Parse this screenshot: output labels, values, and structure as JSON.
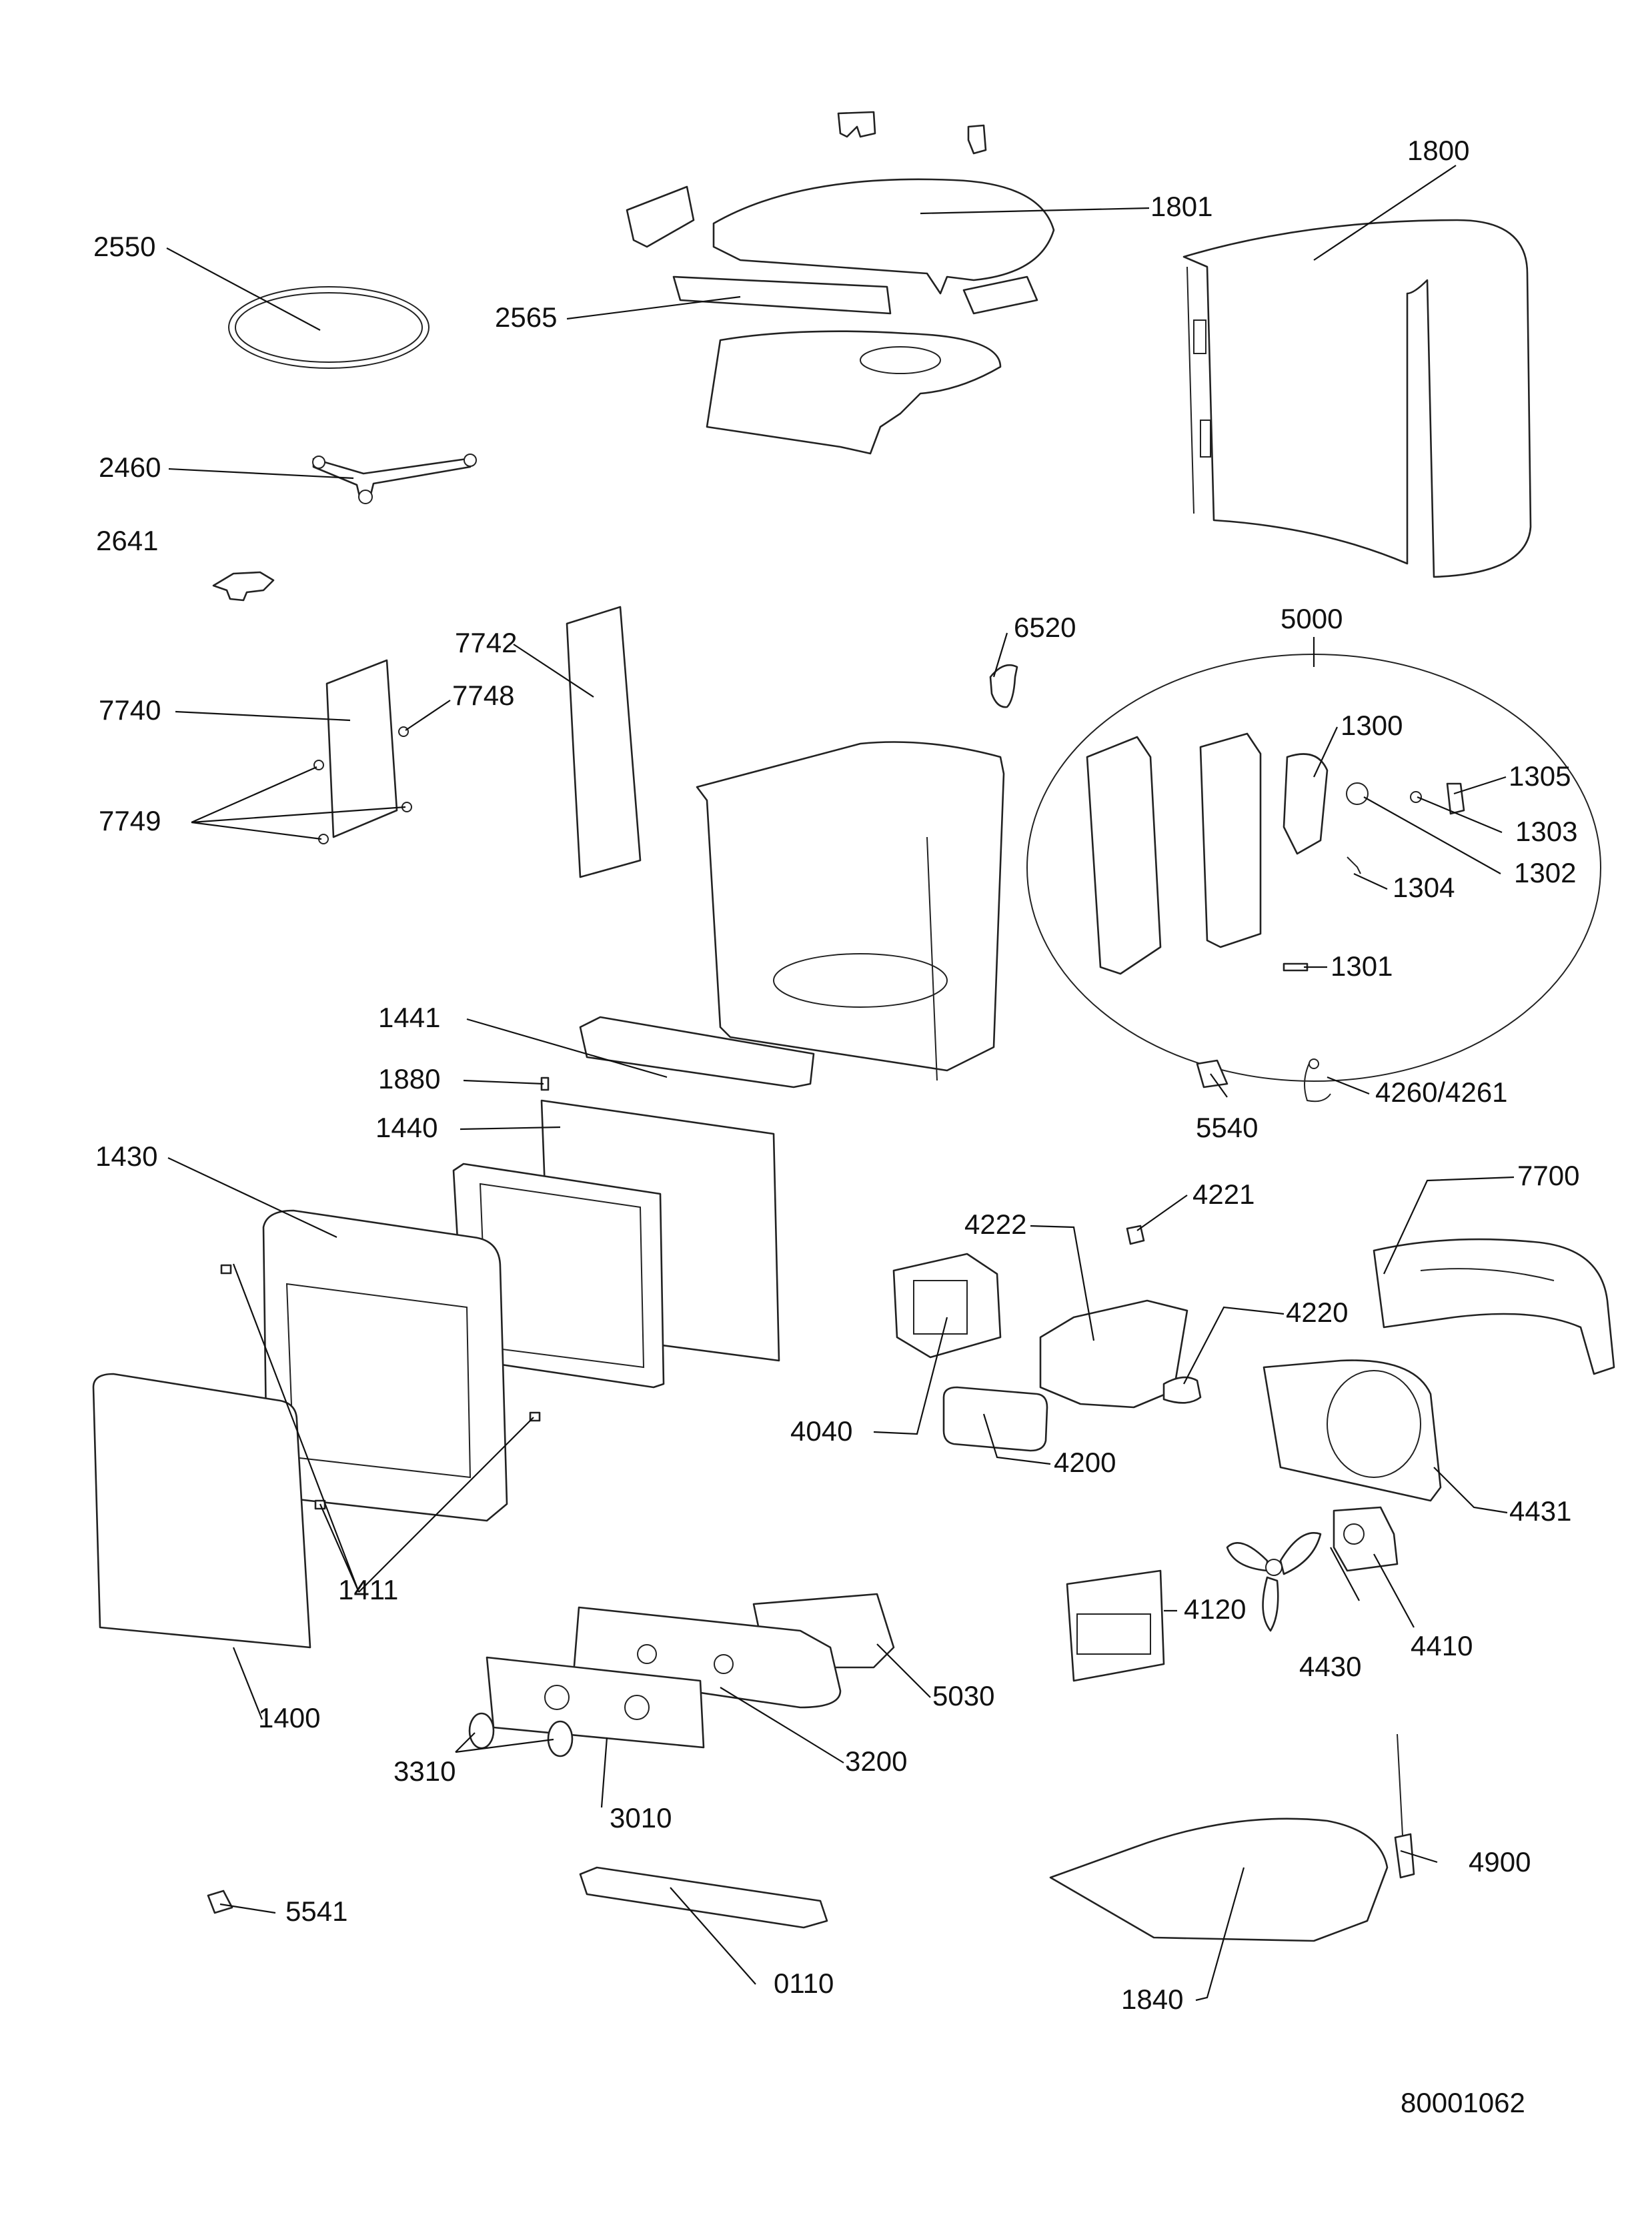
{
  "callouts": {
    "c0110": "0110",
    "c1300": "1300",
    "c1301": "1301",
    "c1302": "1302",
    "c1303": "1303",
    "c1304": "1304",
    "c1305": "1305",
    "c1400": "1400",
    "c1411": "1411",
    "c1430": "1430",
    "c1440": "1440",
    "c1441": "1441",
    "c1800": "1800",
    "c1801": "1801",
    "c1840": "1840",
    "c1880": "1880",
    "c2460": "2460",
    "c2550": "2550",
    "c2565": "2565",
    "c2641": "2641",
    "c3010": "3010",
    "c3200": "3200",
    "c3310": "3310",
    "c4040": "4040",
    "c4120": "4120",
    "c4200": "4200",
    "c4220": "4220",
    "c4221": "4221",
    "c4222": "4222",
    "c4260": "4260/4261",
    "c4410": "4410",
    "c4430": "4430",
    "c4431": "4431",
    "c4900": "4900",
    "c5000": "5000",
    "c5030": "5030",
    "c5540": "5540",
    "c5541": "5541",
    "c6520": "6520",
    "c7700": "7700",
    "c7740": "7740",
    "c7742": "7742",
    "c7748": "7748",
    "c7749": "7749"
  },
  "drawing_number": "80001062"
}
